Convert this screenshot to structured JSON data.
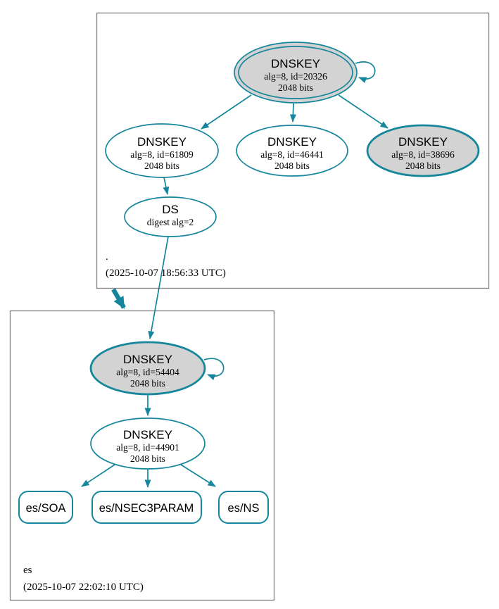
{
  "colors": {
    "accent": "#15869b",
    "node_fill": "#d3d3d3",
    "box_border": "#8a8a8a",
    "text": "#000000"
  },
  "zones": {
    "root": {
      "label": ".",
      "timestamp": "(2025-10-07 18:56:33 UTC)"
    },
    "es": {
      "label": "es",
      "timestamp": "(2025-10-07 22:02:10 UTC)"
    }
  },
  "nodes": {
    "root_ksk_20326": {
      "title": "DNSKEY",
      "algo": "alg=8, id=20326",
      "bits": "2048 bits"
    },
    "root_key_61809": {
      "title": "DNSKEY",
      "algo": "alg=8, id=61809",
      "bits": "2048 bits"
    },
    "root_key_46441": {
      "title": "DNSKEY",
      "algo": "alg=8, id=46441",
      "bits": "2048 bits"
    },
    "root_key_38696": {
      "title": "DNSKEY",
      "algo": "alg=8, id=38696",
      "bits": "2048 bits"
    },
    "root_ds": {
      "title": "DS",
      "detail": "digest alg=2"
    },
    "es_ksk_54404": {
      "title": "DNSKEY",
      "algo": "alg=8, id=54404",
      "bits": "2048 bits"
    },
    "es_key_44901": {
      "title": "DNSKEY",
      "algo": "alg=8, id=44901",
      "bits": "2048 bits"
    },
    "es_soa": {
      "label": "es/SOA"
    },
    "es_nsec3param": {
      "label": "es/NSEC3PARAM"
    },
    "es_ns": {
      "label": "es/NS"
    }
  }
}
